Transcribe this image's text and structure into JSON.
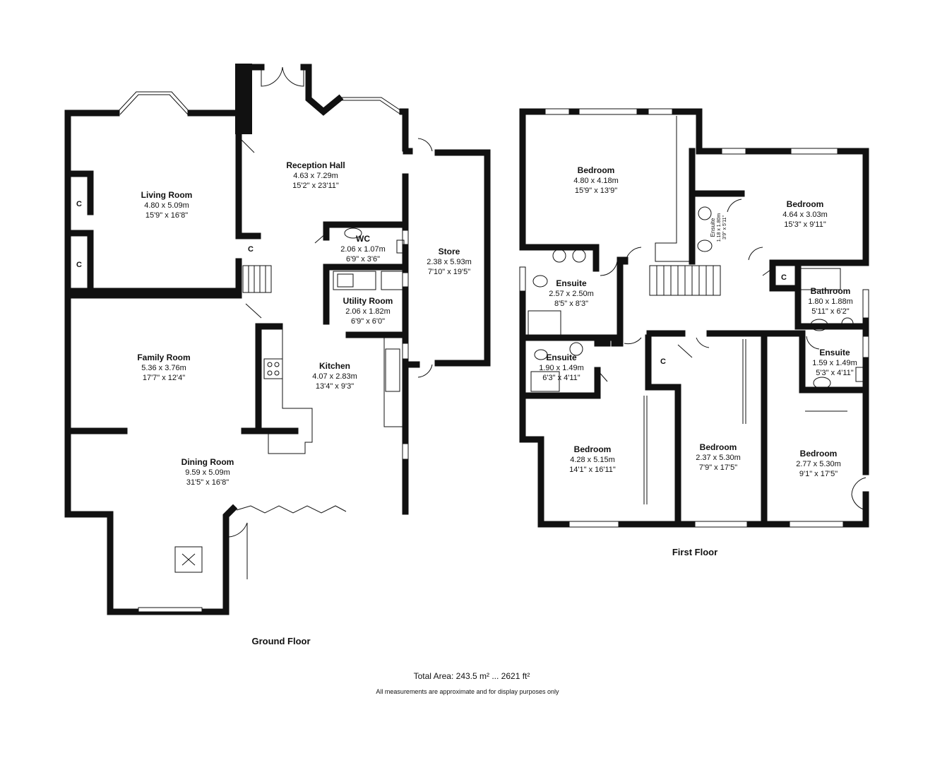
{
  "ground_floor": {
    "label": "Ground Floor",
    "rooms": {
      "reception_hall": {
        "name": "Reception Hall",
        "metric": "4.63 x 7.29m",
        "imperial": "15'2\" x 23'11\""
      },
      "living_room": {
        "name": "Living Room",
        "metric": "4.80 x 5.09m",
        "imperial": "15'9\" x 16'8\""
      },
      "store": {
        "name": "Store",
        "metric": "2.38 x 5.93m",
        "imperial": "7'10\" x 19'5\""
      },
      "wc": {
        "name": "WC",
        "metric": "2.06 x 1.07m",
        "imperial": "6'9\" x 3'6\""
      },
      "utility_room": {
        "name": "Utility Room",
        "metric": "2.06 x 1.82m",
        "imperial": "6'9\" x 6'0\""
      },
      "family_room": {
        "name": "Family Room",
        "metric": "5.36 x 3.76m",
        "imperial": "17'7\" x 12'4\""
      },
      "kitchen": {
        "name": "Kitchen",
        "metric": "4.07 x 2.83m",
        "imperial": "13'4\" x 9'3\""
      },
      "dining_room": {
        "name": "Dining Room",
        "metric": "9.59 x 5.09m",
        "imperial": "31'5\" x 16'8\""
      }
    },
    "cupboards": [
      "C",
      "C",
      "C"
    ]
  },
  "first_floor": {
    "label": "First Floor",
    "rooms": {
      "bedroom_1": {
        "name": "Bedroom",
        "metric": "4.80 x 4.18m",
        "imperial": "15'9\" x 13'9\""
      },
      "bedroom_2": {
        "name": "Bedroom",
        "metric": "4.64 x 3.03m",
        "imperial": "15'3\" x 9'11\""
      },
      "ensuite_small": {
        "name": "Ensuite",
        "metric": "1.18 x 1.80m",
        "imperial": "3'9\" x 5'11\""
      },
      "ensuite_1": {
        "name": "Ensuite",
        "metric": "2.57 x 2.50m",
        "imperial": "8'5\" x 8'3\""
      },
      "bathroom": {
        "name": "Bathroom",
        "metric": "1.80 x 1.88m",
        "imperial": "5'11\" x 6'2\""
      },
      "ensuite_2": {
        "name": "Ensuite",
        "metric": "1.90 x 1.49m",
        "imperial": "6'3\" x 4'11\""
      },
      "ensuite_3": {
        "name": "Ensuite",
        "metric": "1.59 x 1.49m",
        "imperial": "5'3\" x 4'11\""
      },
      "bedroom_3": {
        "name": "Bedroom",
        "metric": "4.28 x 5.15m",
        "imperial": "14'1\" x 16'11\""
      },
      "bedroom_4": {
        "name": "Bedroom",
        "metric": "2.37 x 5.30m",
        "imperial": "7'9\" x 17'5\""
      },
      "bedroom_5": {
        "name": "Bedroom",
        "metric": "2.77 x 5.30m",
        "imperial": "9'1\" x 17'5\""
      }
    },
    "cupboards": [
      "C",
      "C"
    ]
  },
  "total_area": "Total Area: 243.5 m² ... 2621 ft²",
  "disclaimer": "All measurements are approximate and for display purposes only"
}
